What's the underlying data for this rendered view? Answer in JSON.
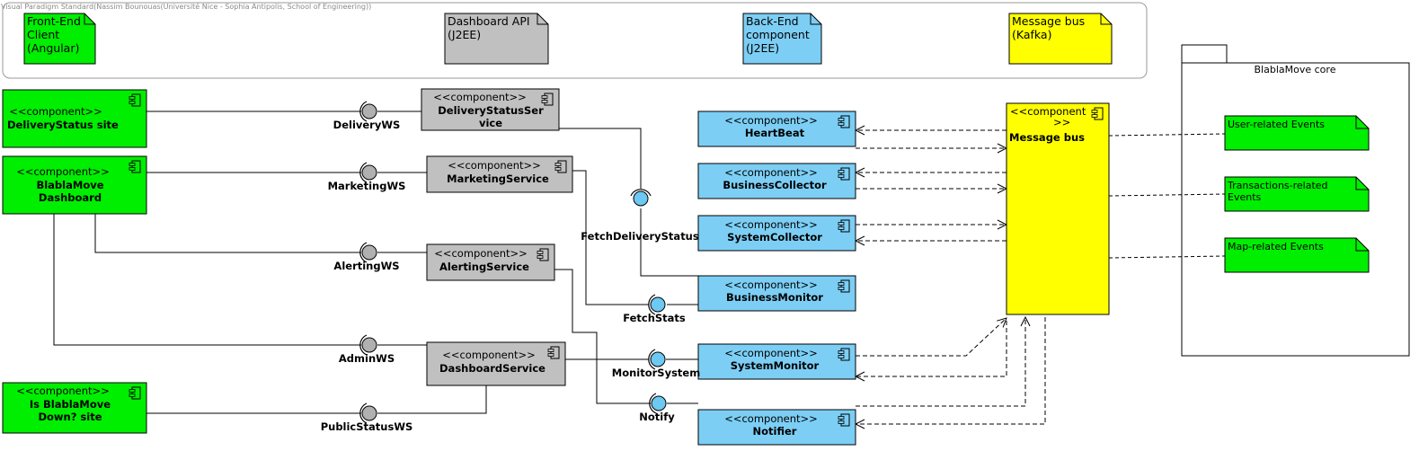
{
  "watermark": "Visual Paradigm Standard(Nassim Bounouas(Université Nice - Sophia Antipolis, School of Engineering))",
  "stereotype": "<<component>>",
  "colors": {
    "front_end": "#00ee00",
    "api": "#c0c0c0",
    "back_end": "#7ccef5",
    "bus": "#ffff00",
    "socket_blue": "#6dc8f2",
    "socket_gray": "#b0b0b0"
  },
  "legend": [
    {
      "id": "legend-frontend",
      "lines": [
        "Front-End",
        "Client",
        "(Angular)"
      ]
    },
    {
      "id": "legend-api",
      "lines": [
        "Dashboard API",
        "(J2EE)"
      ]
    },
    {
      "id": "legend-backend",
      "lines": [
        "Back-End",
        "component",
        "(J2EE)"
      ]
    },
    {
      "id": "legend-bus",
      "lines": [
        "Message bus",
        "(Kafka)"
      ]
    }
  ],
  "package": {
    "title": "BlablaMove core"
  },
  "components": [
    {
      "id": "delivery-status-site",
      "name_lines": [
        "DeliveryStatus site"
      ]
    },
    {
      "id": "blablamove-dashboard",
      "name_lines": [
        "BlablaMove",
        "Dashboard"
      ]
    },
    {
      "id": "is-blablamove-down-site",
      "name_lines": [
        "Is BlablaMove",
        "Down? site"
      ]
    },
    {
      "id": "delivery-status-service",
      "name_lines": [
        "DeliveryStatusSer",
        "vice"
      ]
    },
    {
      "id": "marketing-service",
      "name_lines": [
        "MarketingService"
      ]
    },
    {
      "id": "alerting-service",
      "name_lines": [
        "AlertingService"
      ]
    },
    {
      "id": "dashboard-service",
      "name_lines": [
        "DashboardService"
      ]
    },
    {
      "id": "heartbeat",
      "name_lines": [
        "HeartBeat"
      ]
    },
    {
      "id": "business-collector",
      "name_lines": [
        "BusinessCollector"
      ]
    },
    {
      "id": "system-collector",
      "name_lines": [
        "SystemCollector"
      ]
    },
    {
      "id": "business-monitor",
      "name_lines": [
        "BusinessMonitor"
      ]
    },
    {
      "id": "system-monitor",
      "name_lines": [
        "SystemMonitor"
      ]
    },
    {
      "id": "notifier",
      "name_lines": [
        "Notifier"
      ]
    },
    {
      "id": "message-bus",
      "stereo_lines": [
        "<<component",
        ">>"
      ],
      "name_lines": [
        "Message bus"
      ]
    }
  ],
  "interfaces": [
    {
      "id": "delivery-ws",
      "label": "DeliveryWS"
    },
    {
      "id": "marketing-ws",
      "label": "MarketingWS"
    },
    {
      "id": "alerting-ws",
      "label": "AlertingWS"
    },
    {
      "id": "admin-ws",
      "label": "AdminWS"
    },
    {
      "id": "public-status-ws",
      "label": "PublicStatusWS"
    },
    {
      "id": "fetch-delivery-status",
      "label": "FetchDeliveryStatus"
    },
    {
      "id": "fetch-stats",
      "label": "FetchStats"
    },
    {
      "id": "monitor-system",
      "label": "MonitorSystem"
    },
    {
      "id": "notify",
      "label": "Notify"
    }
  ],
  "events": [
    {
      "id": "user-events",
      "lines": [
        "User-related Events"
      ]
    },
    {
      "id": "transactions-events",
      "lines": [
        "Transactions-related",
        "Events"
      ]
    },
    {
      "id": "map-events",
      "lines": [
        "Map-related Events"
      ]
    }
  ]
}
